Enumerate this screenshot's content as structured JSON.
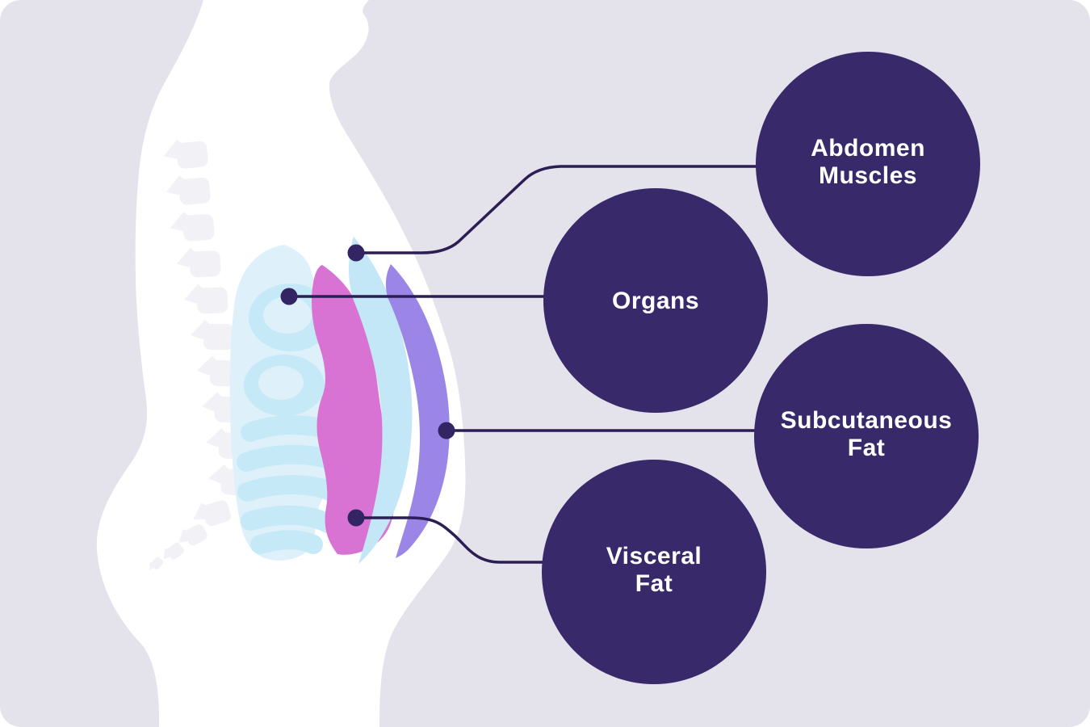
{
  "labels": {
    "abdomen_muscles": {
      "line1": "Abdomen",
      "line2": "Muscles"
    },
    "organs": {
      "line1": "Organs"
    },
    "subcutaneous_fat": {
      "line1": "Subcutaneous",
      "line2": "Fat"
    },
    "visceral_fat": {
      "line1": "Visceral",
      "line2": "Fat"
    }
  },
  "colors": {
    "background": "#e4e2eb",
    "body": "#ffffff",
    "spine": "#f2f1f6",
    "organs_blob": "#def1fa",
    "intestines": "#c6e9f7",
    "intestine_highlight": "#def1fa",
    "visceral_fat": "#d873d4",
    "abdomen_muscles": "#c3e7f6",
    "subcutaneous_fat": "#9b85e7",
    "bubble": "#38296a",
    "line": "#2b1e55",
    "dot": "#332564",
    "text": "#ffffff"
  }
}
